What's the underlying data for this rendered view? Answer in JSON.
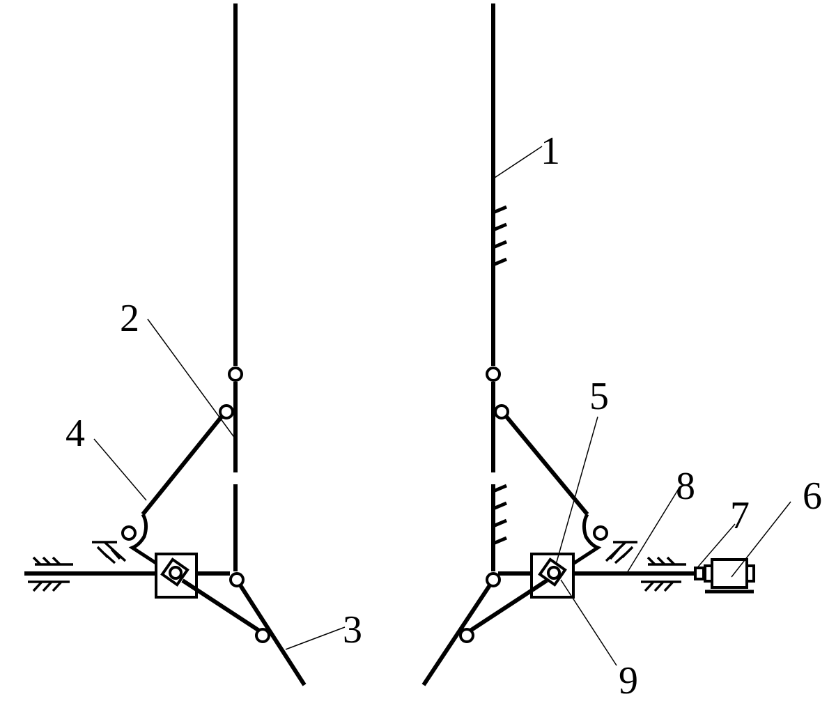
{
  "labels": {
    "l1": "1",
    "l2": "2",
    "l3": "3",
    "l4": "4",
    "l5": "5",
    "l6": "6",
    "l7": "7",
    "l8": "8",
    "l9": "9"
  }
}
